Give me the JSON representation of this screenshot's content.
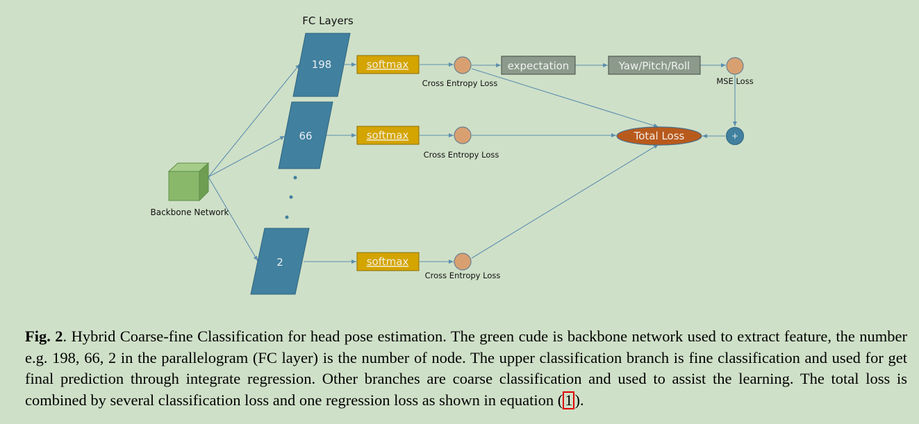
{
  "diagram": {
    "fc_title": "FC Layers",
    "backbone_label": "Backbone Network",
    "fc_nodes": [
      "198",
      "66",
      "2"
    ],
    "softmax_label": "softmax",
    "ce_loss_label": "Cross Entropy Loss",
    "expectation_label": "expectation",
    "ypr_label": "Yaw/Pitch/Roll",
    "mse_label": "MSE Loss",
    "plus_label": "+",
    "total_loss_label": "Total Loss",
    "colors": {
      "background": "#cfe0c8",
      "fc_layer": "#41809e",
      "softmax": "#d4a400",
      "loss_node": "#d8a070",
      "gray_box": "#8c9a8c",
      "total_loss": "#b85a1c",
      "plus_node": "#41809e",
      "cube": "#8ab86a",
      "arrow": "#5b8eae"
    }
  },
  "caption": {
    "fig_label": "Fig. 2",
    "text_before_ref": ". Hybrid Coarse-fine Classification for head pose estimation. The green cude is backbone network used to extract feature, the number e.g.  198, 66, 2 in the parallelogram (FC layer) is the number of node.  The upper classification branch is fine classification and used for get final prediction through integrate regression. Other branches are coarse classification and used to assist the learning. The total loss is combined by several classification loss and one regression loss as shown in equation (",
    "equation_ref": "1",
    "text_after_ref": ")."
  }
}
